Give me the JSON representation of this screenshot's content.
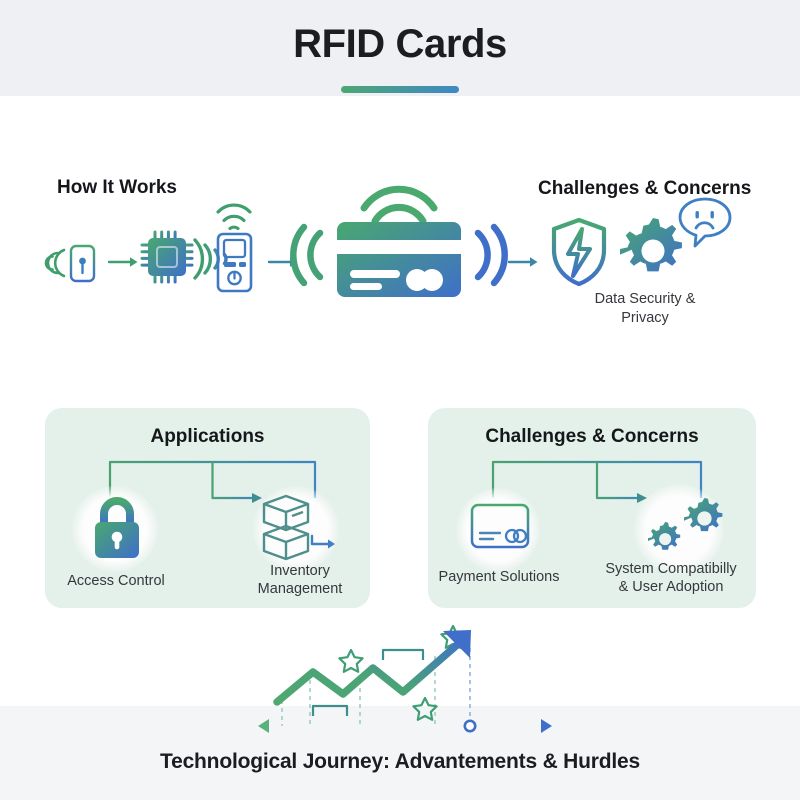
{
  "page": {
    "title": "RFID Cards",
    "background_color": "#ffffff",
    "header_band_color": "#eef0f3",
    "footer_band_color": "#f4f5f7",
    "accent_green": "#4da674",
    "accent_blue": "#3f7fc4",
    "panel_color": "#e4f0ea",
    "title_color": "#1b1d21"
  },
  "flow": {
    "heading_left": "How It Works",
    "heading_right": "Challenges & Concerns",
    "caption_right": "Data Security & Privacy",
    "icons": [
      {
        "name": "rfid-tag-icon",
        "label": "RFID Tag"
      },
      {
        "name": "microchip-icon",
        "label": "Microchip"
      },
      {
        "name": "rfid-reader-icon",
        "label": "RFID Reader"
      },
      {
        "name": "rfid-card-icon",
        "label": "RFID Card"
      },
      {
        "name": "broken-shield-icon",
        "label": "Broken Shield"
      },
      {
        "name": "gear-icon",
        "label": "Gear"
      },
      {
        "name": "sad-face-bubble-icon",
        "label": "Sad Face Bubble"
      }
    ]
  },
  "panels": [
    {
      "id": "applications",
      "title": "Applications",
      "items": [
        {
          "icon": "padlock-icon",
          "label": "Access Control"
        },
        {
          "icon": "boxes-stack-icon",
          "label": "Inventory\nManagement",
          "line1": "Inventory",
          "line2": "Management"
        }
      ]
    },
    {
      "id": "challenges",
      "title": "Challenges & Concerns",
      "items": [
        {
          "icon": "credit-card-outline-icon",
          "label": "Payment Solutions"
        },
        {
          "icon": "double-gear-icon",
          "label": "System Compatibilly & User Adoption",
          "line1": "System Compatibilly",
          "line2": "& User Adoption"
        }
      ]
    }
  ],
  "chart_data": {
    "type": "line",
    "title": "Technological Journey: Advantements & Hurdles",
    "xlabel": "",
    "ylabel": "",
    "grid": false,
    "legend": "none",
    "annotations": {
      "stars": 3,
      "hurdles": 2,
      "dashed_markers": 5,
      "axis_style": "double-headed horizontal arrow with gradient green to blue",
      "node_marker": "open circle at right end of axis"
    },
    "x": [
      0,
      1,
      2,
      3,
      4,
      5
    ],
    "values": [
      18,
      52,
      28,
      56,
      30,
      88
    ],
    "series": [
      {
        "name": "Technological Journey",
        "values": [
          18,
          52,
          28,
          56,
          30,
          88
        ]
      }
    ],
    "ylim": [
      0,
      100
    ],
    "xlim": [
      0,
      5
    ]
  }
}
